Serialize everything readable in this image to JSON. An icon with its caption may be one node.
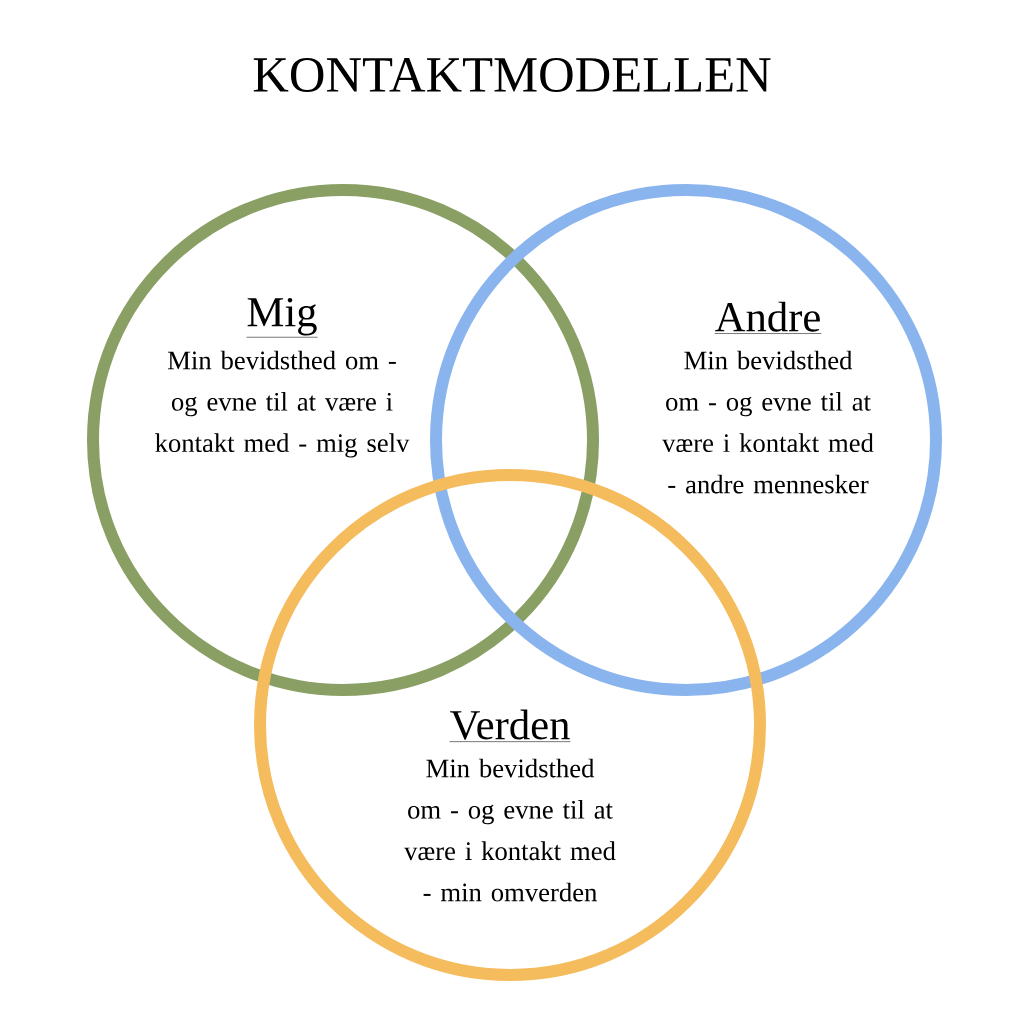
{
  "diagram": {
    "title": "KONTAKTMODELLEN",
    "nodes": [
      {
        "text": [
          "Mig",
          "Min bevidsthed om - og evne til at være i kontakt med - mig selv"
        ]
      },
      {
        "text": [
          "Andre",
          "Min bevidsthed om - og evne til at være i kontakt med - andre mennesker"
        ]
      },
      {
        "text": [
          "Verden",
          "Min bevidsthed om - og evne til at være i kontakt med - min omverden"
        ]
      }
    ]
  }
}
